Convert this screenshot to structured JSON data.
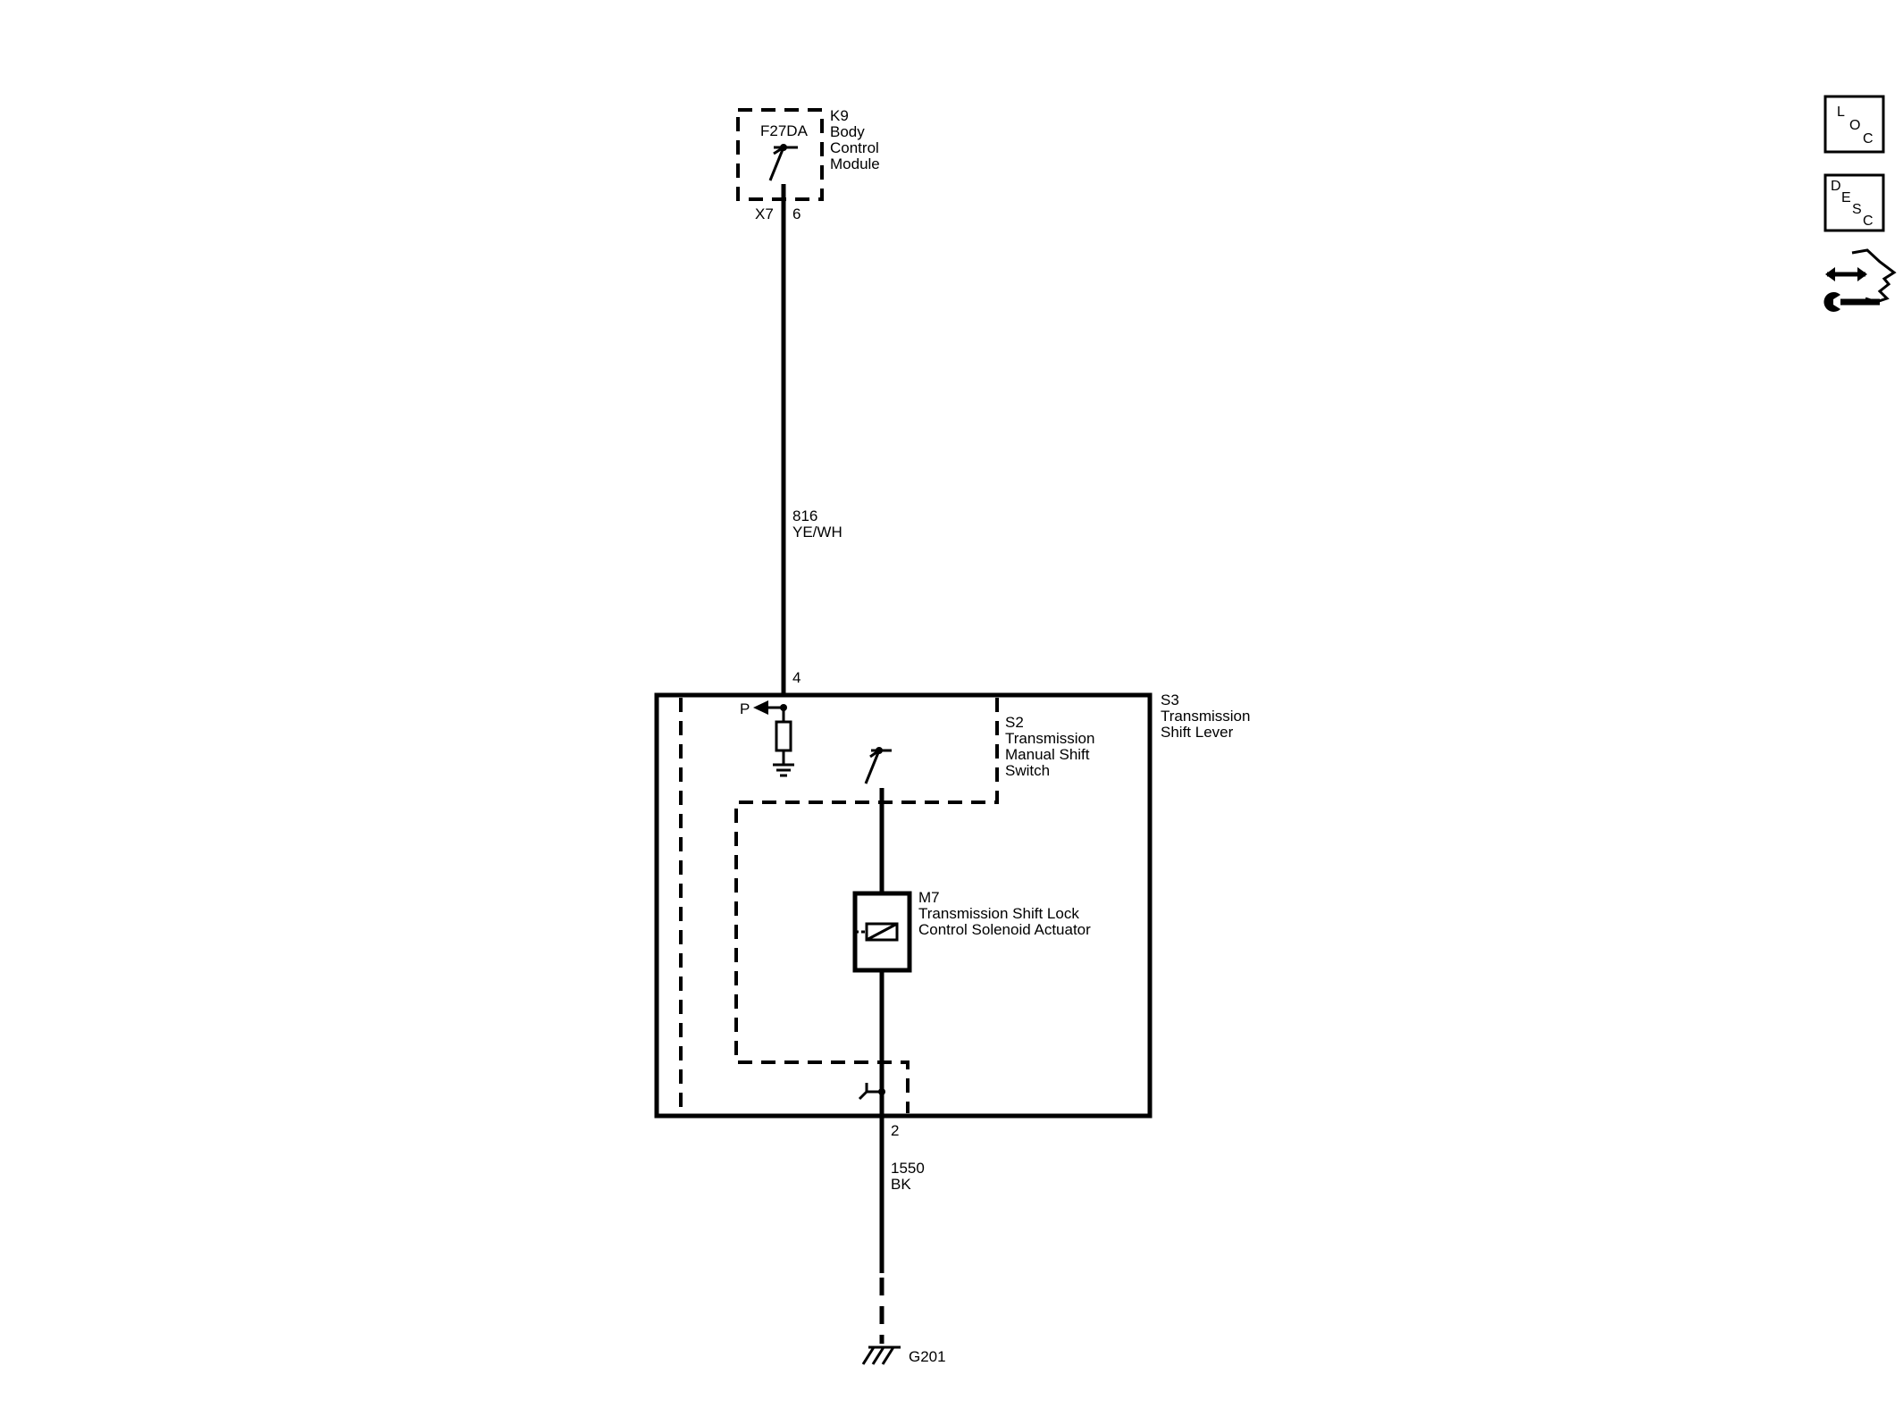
{
  "components": {
    "k9": {
      "ref": "K9",
      "name_lines": [
        "Body",
        "Control",
        "Module"
      ],
      "internal": "F27DA",
      "connector": "X7",
      "pin": "6"
    },
    "s3": {
      "ref": "S3",
      "name_lines": [
        "Transmission",
        "Shift Lever"
      ],
      "pin_top": "4",
      "pin_bottom": "2",
      "park_label": "P"
    },
    "s2": {
      "ref": "S2",
      "name_lines": [
        "Transmission",
        "Manual Shift",
        "Switch"
      ]
    },
    "m7": {
      "ref": "M7",
      "name_lines": [
        "Transmission Shift Lock",
        "Control Solenoid Actuator"
      ]
    },
    "g201": {
      "ref": "G201"
    }
  },
  "wires": {
    "upper": {
      "circuit": "816",
      "color": "YE/WH"
    },
    "lower": {
      "circuit": "1550",
      "color": "BK"
    }
  },
  "side_icons": {
    "loc": {
      "name": "loc-icon",
      "letters": [
        "L",
        "O",
        "C"
      ]
    },
    "desc": {
      "name": "desc-icon",
      "letters": [
        "D",
        "E",
        "S",
        "C"
      ]
    },
    "service": {
      "name": "service-wrench-icon"
    }
  }
}
